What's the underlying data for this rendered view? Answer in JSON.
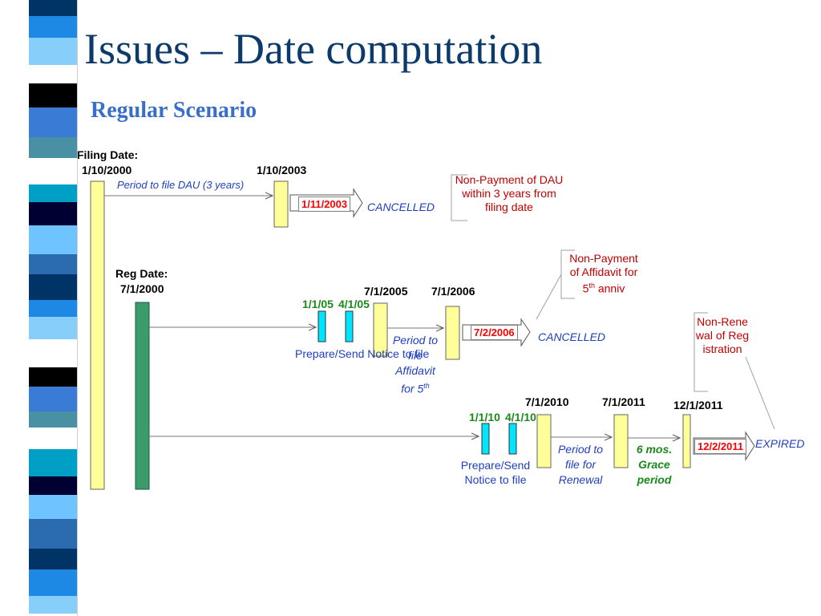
{
  "slide": {
    "title": "Issues – Date computation",
    "subtitle": "Regular Scenario"
  },
  "labels": {
    "filing_date_head": "Filing Date:",
    "filing_date": "1/10/2000",
    "dau_deadline": "1/10/2003",
    "period_dau": "Period to file DAU (3 years)",
    "dau_cancel_date": "1/11/2003",
    "cancelled_1": "CANCELLED",
    "note_dau": "Non-Payment of DAU within 3 years from filing date",
    "reg_date_head": "Reg Date:",
    "reg_date": "7/1/2000",
    "notice_1a": "1/1/05",
    "notice_1b": "4/1/05",
    "affidavit_start": "7/1/2005",
    "affidavit_end": "7/1/2006",
    "prepare_1": "Prepare/Send Notice to file",
    "period_affidavit": "Period to file Affidavit for 5",
    "period_affidavit_sup": "th",
    "affidavit_cancel_date": "7/2/2006",
    "cancelled_2": "CANCELLED",
    "note_affidavit": "Non-Payment of Affidavit for 5",
    "note_affidavit_sup": "th",
    "note_affidavit_tail": " anniv",
    "note_renewal": "Non-Renewal of Registration",
    "notice_2a": "1/1/10",
    "notice_2b": "4/1/10",
    "renewal_start": "7/1/2010",
    "renewal_end": "7/1/2011",
    "grace_end": "12/1/2011",
    "prepare_2": "Prepare/Send Notice to file",
    "period_renewal": "Period to file for Renewal",
    "grace": "6 mos. Grace period",
    "expired_date": "12/2/2011",
    "expired": "EXPIRED"
  },
  "colors": {
    "title": "#0b3a6b",
    "subtitle": "#3a6fc9",
    "bar_yellow": "#ffff99",
    "bar_green": "#3c9b6a",
    "bar_cyan": "#00e5ff",
    "red_text": "#ff0000",
    "blue_text": "#1f3fbf",
    "green_text": "#1a8a1a",
    "note_text": "#c00000"
  },
  "icons": {
    "block_arrow": "block-arrow-right-icon",
    "line_arrow": "line-arrow-right-icon"
  }
}
